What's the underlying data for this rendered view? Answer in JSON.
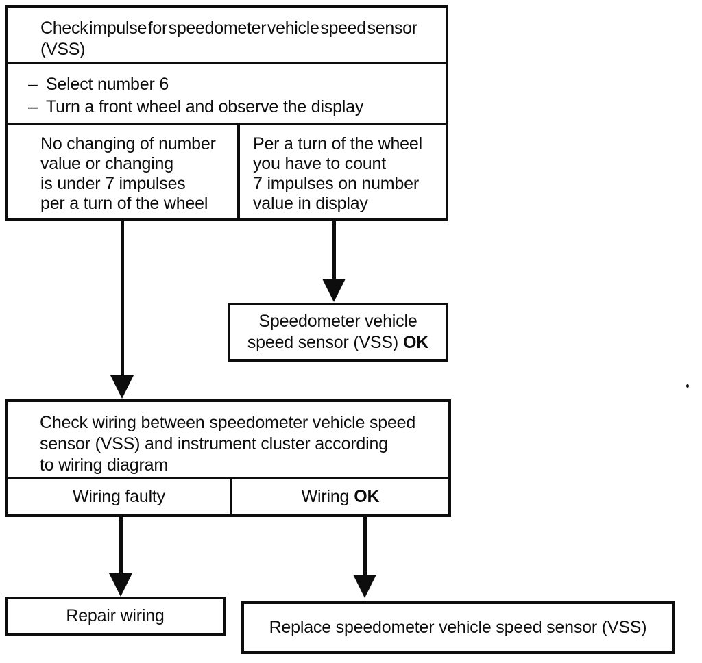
{
  "page": {
    "paper_color": "#ffffff",
    "ink_color": "#0d0d0d"
  },
  "flowchart": {
    "check_impulse_box": {
      "title": "Check impulse for speedometer vehicle speed sensor\n(VSS)",
      "steps": [
        {
          "bullet": "–",
          "text": "Select number 6"
        },
        {
          "bullet": "–",
          "text": "Turn a front wheel and observe the display"
        }
      ],
      "result_no_impulse": "No changing of number\nvalue or changing\nis under 7 impulses\nper a turn of the wheel",
      "result_impulse_ok": "Per a turn of the wheel\nyou have to count\n7 impulses on number\nvalue in display"
    },
    "vss_ok_box": {
      "line1": "Speedometer vehicle",
      "line2_prefix": "speed sensor (VSS)",
      "line2_bold": "OK"
    },
    "check_wiring_box": {
      "title": "Check wiring between speedometer vehicle speed\nsensor (VSS) and instrument cluster according\nto wiring diagram",
      "result_faulty": "Wiring faulty",
      "result_ok_prefix": "Wiring",
      "result_ok_bold": "OK"
    },
    "repair_wiring_box": {
      "label": "Repair wiring"
    },
    "replace_sensor_box": {
      "label": "Replace speedometer vehicle speed sensor (VSS)"
    }
  }
}
